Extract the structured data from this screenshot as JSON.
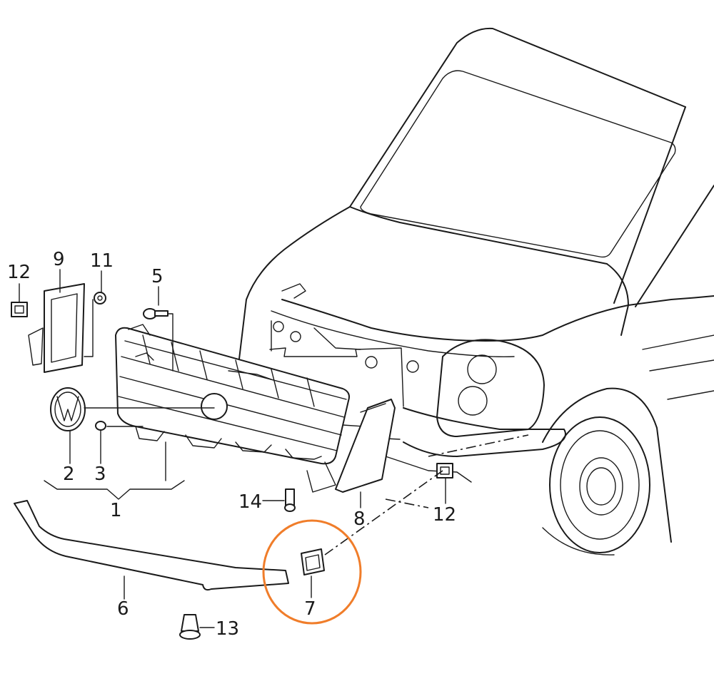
{
  "diagram": {
    "callouts": {
      "c1": "1",
      "c2": "2",
      "c3": "3",
      "c4": "5",
      "c5": "6",
      "c6": "7",
      "c7": "8",
      "c8": "9",
      "c9": "11",
      "c10": "12",
      "c11": "12",
      "c12": "13",
      "c13": "14"
    },
    "highlight_color": "#f07d2a",
    "highlighted_part": "7"
  }
}
